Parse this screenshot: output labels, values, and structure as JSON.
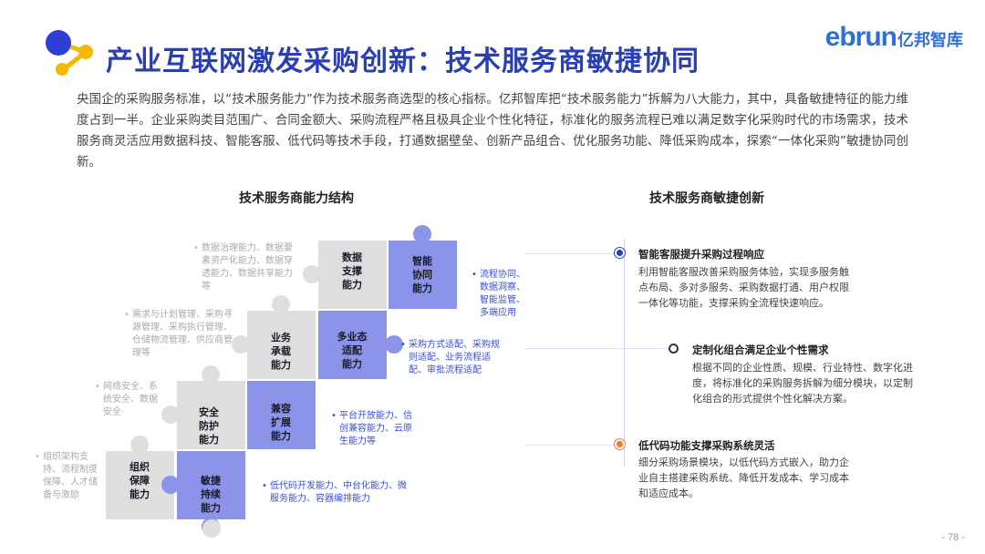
{
  "header": {
    "title": "产业互联网激发采购创新：技术服务商敏捷协同",
    "brand_en": "ebrun",
    "brand_cn": "亿邦智库"
  },
  "intro": "央国企的采购服务标准，以“技术服务能力”作为技术服务商选型的核心指标。亿邦智库把“技术服务能力”拆解为八大能力，其中，具备敏捷特征的能力维度占到一半。企业采购类目范围广、合同金额大、采购流程严格且极具企业个性化特征，标准化的服务流程已难以满足数字化采购时代的市场需求，技术服务商灵活应用数据科技、智能客服、低代码等技术手段，打通数据壁垒、创新产品组合、优化服务功能、降低采购成本，探索“一体化采购”敏捷协同创新。",
  "left": {
    "title": "技术服务商能力结构",
    "pieces": [
      {
        "label": "组织\n保障\n能力",
        "agile": false
      },
      {
        "label": "敏捷\n持续\n能力",
        "agile": true
      },
      {
        "label": "安全\n防护\n能力",
        "agile": false
      },
      {
        "label": "兼容\n扩展\n能力",
        "agile": true
      },
      {
        "label": "业务\n承载\n能力",
        "agile": false
      },
      {
        "label": "多业态\n适配\n能力",
        "agile": true
      },
      {
        "label": "数据\n支撑\n能力",
        "agile": false
      },
      {
        "label": "智能\n协同\n能力",
        "agile": true
      }
    ],
    "gray_notes": [
      "数据治理能力、数据要素资产化能力、数据穿透能力、数据共享能力等",
      "需求与计划管理、采购寻源管理、采购执行管理、仓储物流管理、供应商管理等",
      "网络安全、系统安全、数据安全",
      "组织架构支持、流程制度保障、人才储备与激励"
    ],
    "blue_notes": [
      "流程协同、数据洞察、智能监管、多端应用",
      "采购方式适配、采购规则适配、业务流程适配、审批流程适配",
      "平台开放能力、信创兼容能力、云原生能力等",
      "低代码开发能力、中台化能力、微服务能力、容器编排能力"
    ]
  },
  "right": {
    "title": "技术服务商敏捷创新",
    "items": [
      {
        "title": "智能客服提升采购过程响应",
        "desc": "利用智能客服改善采购服务体验，实现多服务触点布局、多对多服务、采购数据打通、用户权限一体化等功能，支撑采购全流程快速响应。",
        "dot_color": "#2a3fb2",
        "filled": true
      },
      {
        "title": "定制化组合满足企业个性需求",
        "desc": "根据不同的企业性质、规模、行业特性、数字化进度，将标准化的采购服务拆解为细分模块，以定制化组合的形式提供个性化解决方案。",
        "dot_color": "#333333",
        "filled": false
      },
      {
        "title": "低代码功能支撑采购系统灵活",
        "desc": "细分采购场景模块，以低代码方式嵌入，助力企业自主搭建采购系统、降低开发成本、学习成本和适应成本。",
        "dot_color": "#ee7a2f",
        "filled": true
      }
    ]
  },
  "colors": {
    "title": "#2a3fb2",
    "agile_piece": "#8b94e8",
    "normal_piece": "#dedede",
    "logo_blue": "#2f3fd6",
    "logo_yellow": "#f5b800"
  },
  "page_number": "- 78 -"
}
